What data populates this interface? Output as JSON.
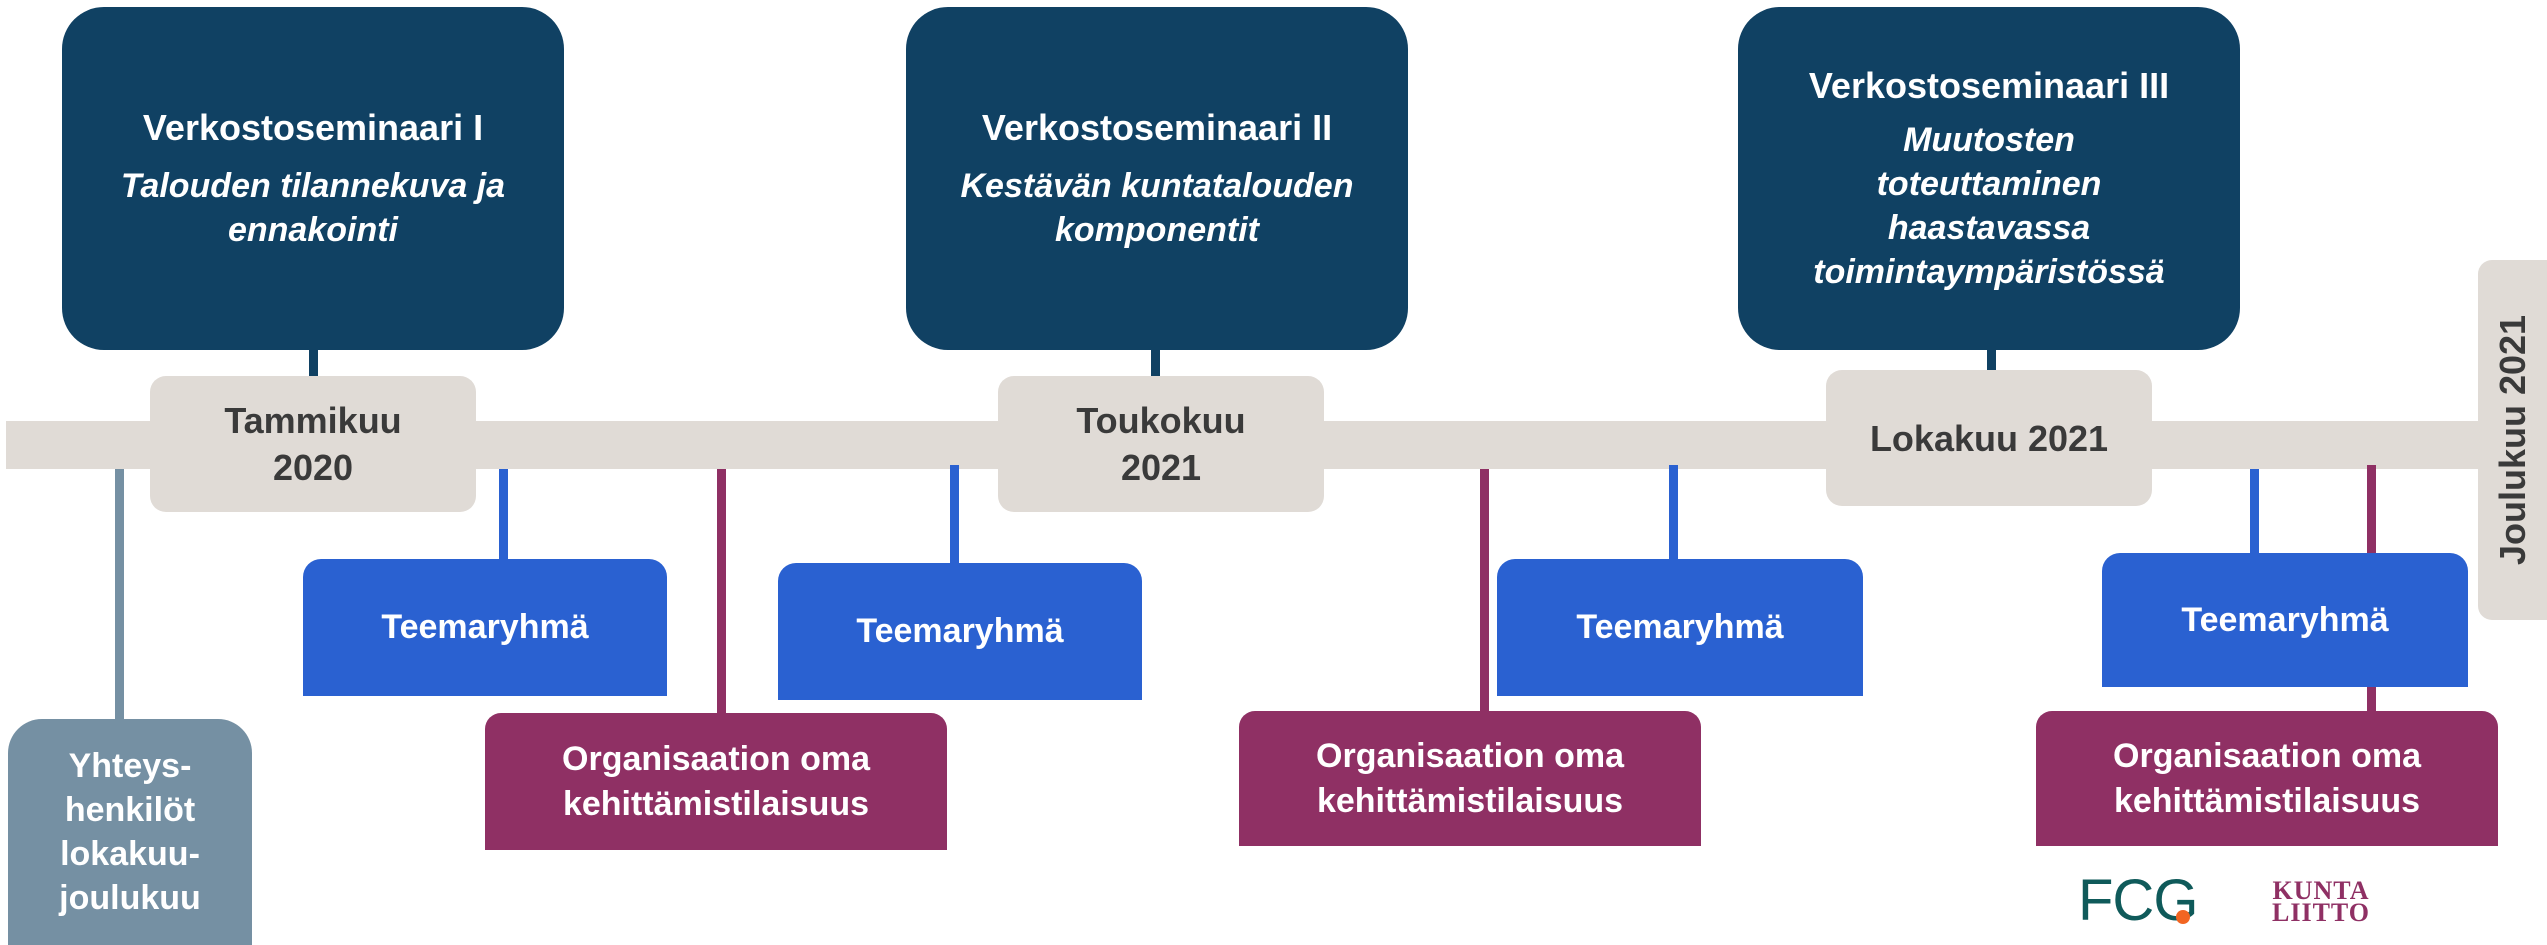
{
  "seminars": [
    {
      "title": "Verkostoseminaari I",
      "subtitle": "Talouden tilannekuva ja ennakointi"
    },
    {
      "title": "Verkostoseminaari II",
      "subtitle": "Kestävän kuntatalouden komponentit"
    },
    {
      "title": "Verkostoseminaari III",
      "subtitle": "Muutosten toteuttaminen haastavassa toimintaympäristössä"
    }
  ],
  "dates": [
    "Tammikuu\n2020",
    "Toukokuu\n2021",
    "Lokakuu 2021"
  ],
  "end_date": "Joulukuu 2021",
  "theme_groups": [
    "Teemaryhmä",
    "Teemaryhmä",
    "Teemaryhmä",
    "Teemaryhmä"
  ],
  "org_events": [
    "Organisaation oma\nkehittämistilaisuus",
    "Organisaation oma\nkehittämistilaisuus",
    "Organisaation oma\nkehittämistilaisuus"
  ],
  "contacts": "Yhteys-\nhenkilöt\nlokakuu-\njoulukuu",
  "logos": {
    "fcg": "FCG",
    "kuntaliitto_line1": "KUNTA",
    "kuntaliitto_line2": "LIITTO"
  },
  "colors": {
    "navy": "#104163",
    "blue": "#2a61d1",
    "plum": "#8f3064",
    "grey": "#7590a3",
    "bar": "#e0dbd6",
    "fcg_dot": "#f26522"
  }
}
